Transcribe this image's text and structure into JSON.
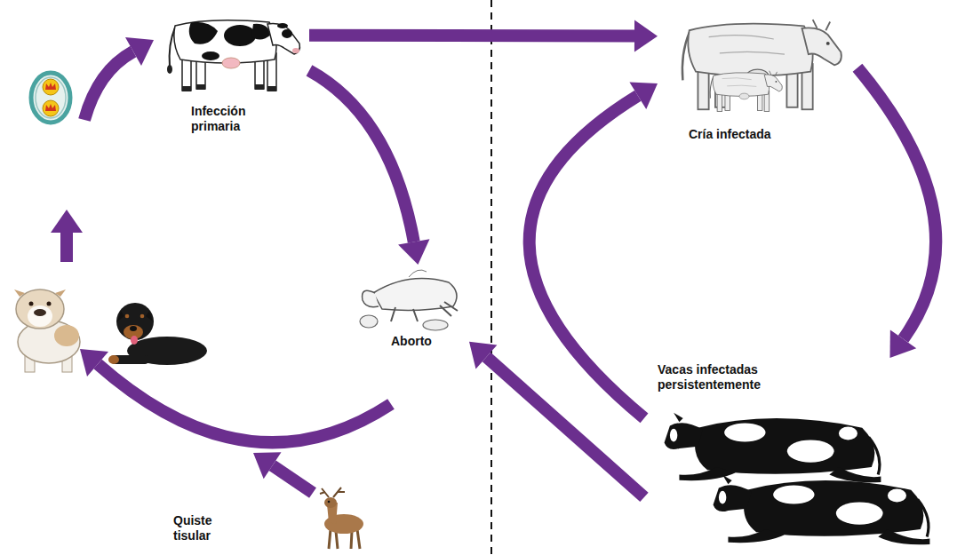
{
  "diagram": {
    "nodes": [
      {
        "text": [
          "Infección primaria"
        ]
      },
      {
        "text": [
          "Cría infectada"
        ]
      },
      {
        "text": [
          "Aborto"
        ]
      },
      {
        "text": [
          "Vacas infectadas persistentemente"
        ]
      },
      {
        "text": [
          "Quiste tisular"
        ]
      }
    ],
    "edges": [
      {
        "from": 0,
        "to": 2,
        "arrow": "to"
      },
      {
        "from": 0,
        "to": 1,
        "arrow": "to"
      },
      {
        "from": 1,
        "to": 3,
        "arrow": "to"
      },
      {
        "from": 3,
        "to": 1,
        "arrow": "to"
      },
      {
        "from": 3,
        "to": 2,
        "arrow": "to"
      }
    ]
  }
}
